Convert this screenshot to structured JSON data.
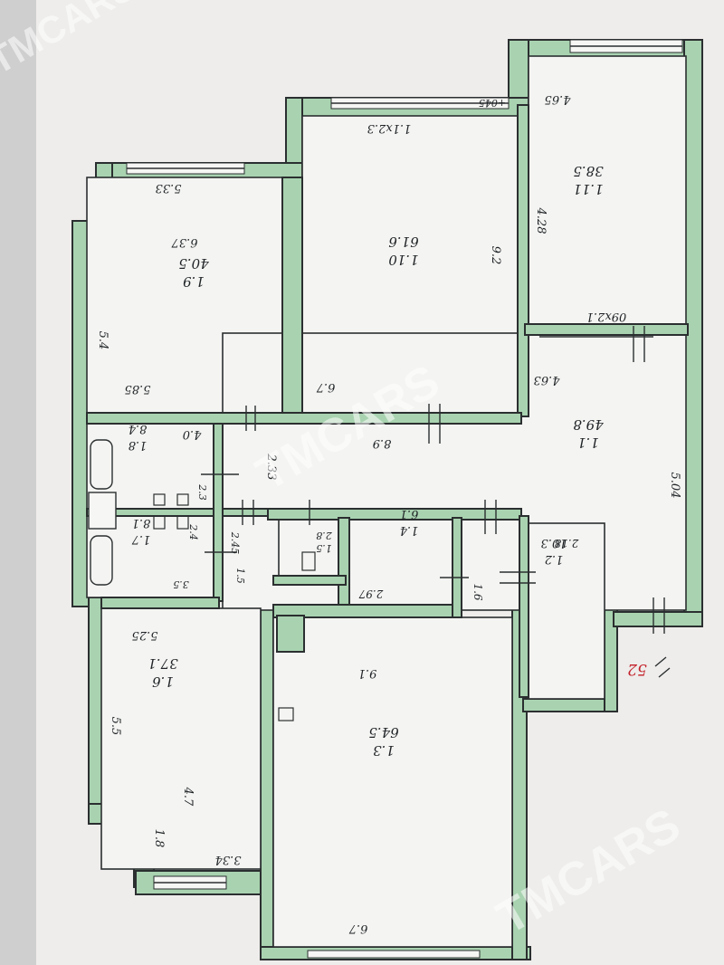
{
  "watermark": {
    "text": "TMCARS"
  },
  "marks": {
    "red_number": "52",
    "window_note": "+045"
  },
  "rooms": [
    {
      "id": "room-11",
      "name": "1.11",
      "area": "38.5"
    },
    {
      "id": "room-10",
      "name": "1.10",
      "area": "61.6"
    },
    {
      "id": "room-9",
      "name": "1.9",
      "area": "40.5"
    },
    {
      "id": "room-1",
      "name": "1.1",
      "area": "49.8"
    },
    {
      "id": "room-8",
      "name": "1.8",
      "area": "8.4"
    },
    {
      "id": "room-7",
      "name": "1.7",
      "area": "8.1"
    },
    {
      "id": "room-5",
      "name": "1.5",
      "area": "2.8"
    },
    {
      "id": "room-4",
      "name": "1.4",
      "area": "6.1"
    },
    {
      "id": "room-2",
      "name": "1.2",
      "area": "10.3"
    },
    {
      "id": "room-6",
      "name": "1.6",
      "area": "37.1"
    },
    {
      "id": "room-3",
      "name": "1.3",
      "area": "64.5"
    }
  ],
  "dimensions": [
    "4.65",
    "4.28",
    "1.1x2.3",
    "5.33",
    "6.37",
    "9.2",
    "5.4",
    "5.85",
    "6.7",
    "09x2.1",
    "4.63",
    "4.0",
    "8.9",
    "2.33",
    "2.3",
    "2.4",
    "2.45",
    "1.5",
    "3.5",
    "5.04",
    "2.18",
    "1.6",
    "2.97",
    "9.1",
    "5.25",
    "5.5",
    "4.7",
    "1.8",
    "3.34",
    "6.7"
  ]
}
